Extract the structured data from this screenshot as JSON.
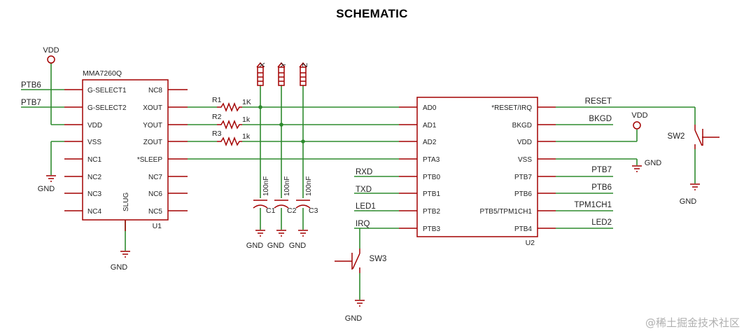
{
  "title": "SCHEMATIC",
  "watermark": "@稀土掘金技术社区",
  "u1": {
    "part": "MMA7260Q",
    "ref": "U1",
    "slug": "SLUG",
    "left_pins": [
      "G-SELECT1",
      "G-SELECT2",
      "VDD",
      "VSS",
      "NC1",
      "NC2",
      "NC3",
      "NC4"
    ],
    "right_pins": [
      "NC8",
      "XOUT",
      "YOUT",
      "ZOUT",
      "*SLEEP",
      "NC7",
      "NC6",
      "NC5"
    ]
  },
  "u2": {
    "ref": "U2",
    "left_pins": [
      "AD0",
      "AD1",
      "AD2",
      "PTA3",
      "PTB0",
      "PTB1",
      "PTB2",
      "PTB3"
    ],
    "right_pins": [
      "*RESET/IRQ",
      "BKGD",
      "VDD",
      "VSS",
      "PTB7",
      "PTB6",
      "PTB5/TPM1CH1",
      "PTB4"
    ]
  },
  "nets": {
    "ptb6_in": "PTB6",
    "ptb7_in": "PTB7",
    "vdd": "VDD",
    "gnd": "GND",
    "reset": "RESET",
    "bkgd": "BKGD",
    "ptb7_out": "PTB7",
    "ptb6_out": "PTB6",
    "tpm1ch1": "TPM1CH1",
    "led2": "LED2",
    "rxd": "RXD",
    "txd": "TXD",
    "led1": "LED1",
    "irq": "IRQ"
  },
  "resistors": [
    {
      "ref": "R1",
      "value": "1K"
    },
    {
      "ref": "R2",
      "value": "1k"
    },
    {
      "ref": "R3",
      "value": "1k"
    }
  ],
  "capacitors": [
    {
      "ref": "C1",
      "value": "100nF"
    },
    {
      "ref": "C2",
      "value": "100nF"
    },
    {
      "ref": "C3",
      "value": "100nF"
    }
  ],
  "test_points": [
    "X",
    "Y",
    "Z"
  ],
  "switches": [
    "SW2",
    "SW3"
  ]
}
